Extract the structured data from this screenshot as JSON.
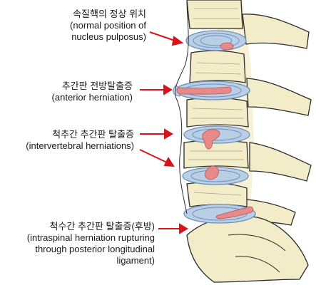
{
  "labels": {
    "normal": {
      "ko": "속질핵의 정상 위치",
      "en1": "(normal position of",
      "en2": "nucleus pulposus)"
    },
    "anterior": {
      "ko": "추간판 전방탈출증",
      "en1": "(anterior herniation)"
    },
    "intervertebral": {
      "ko": "척추간 추간판 탈출증",
      "en1": "(intervertebral herniations)"
    },
    "intraspinal": {
      "ko": "척수간 추간판 탈출증(후방)",
      "en1": "(intraspinal herniation rupturing",
      "en2": "through posterior longitudinal",
      "en3": "ligament)"
    }
  },
  "colors": {
    "arrow": "#d7141d",
    "bone": "#f3ecc9",
    "bone_outline": "#2b2b2b",
    "disc": "#b9cfe6",
    "disc_ring": "#6f8fb8",
    "nucleus": "#e98a8a"
  }
}
